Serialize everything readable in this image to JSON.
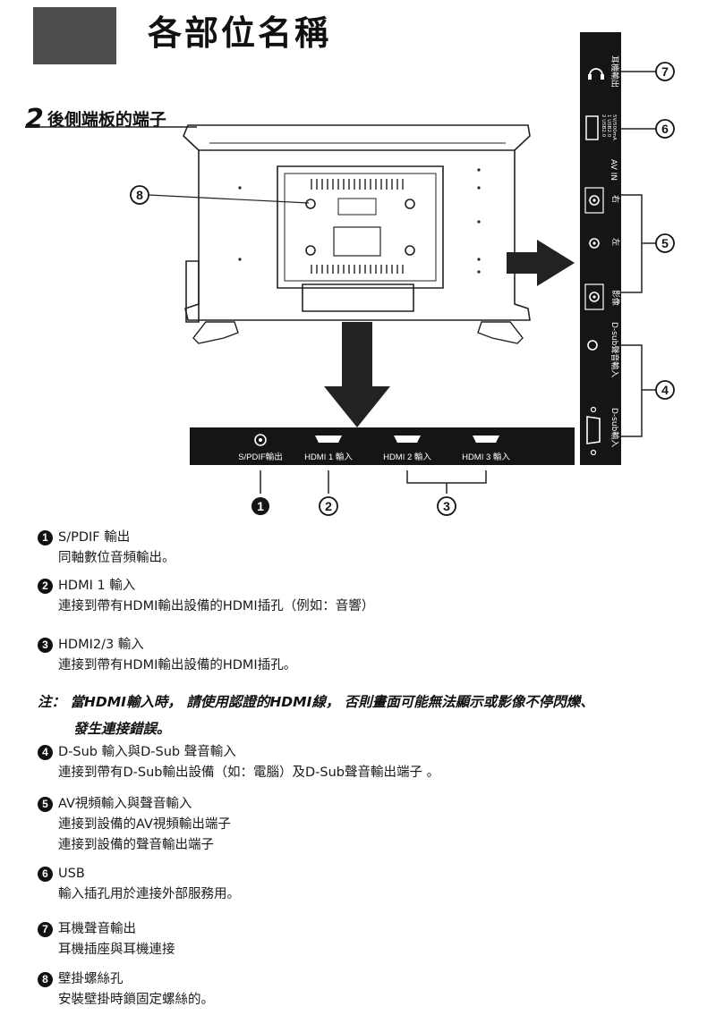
{
  "header": {
    "title": "各部位名稱"
  },
  "section": {
    "number": "2",
    "title": "後側端板的端子"
  },
  "callouts": [
    "❶",
    "❷",
    "❸",
    "❹",
    "❺",
    "❻",
    "❼",
    "❽"
  ],
  "bottom_panel": {
    "ports": [
      {
        "label": "S/PDIF輸出"
      },
      {
        "label": "HDMI 1 輸入"
      },
      {
        "label": "HDMI 2 輸入"
      },
      {
        "label": "HDMI 3 輸入"
      }
    ]
  },
  "side_panel": {
    "headphone": "耳機輸出",
    "usb_lines": [
      "2 USB2.0",
      "1 USB2.0",
      "5V/500mA"
    ],
    "av_in": "AV IN",
    "av_right": "右",
    "av_left": "左",
    "av_video": "影像",
    "dsub_audio": "D-sub聲音輸入",
    "dsub_input": "D-sub輸入"
  },
  "descriptions": [
    {
      "num": "1",
      "title": "S/PDIF 輸出",
      "lines": [
        "同軸數位音頻輸出。"
      ]
    },
    {
      "num": "2",
      "title": "HDMI 1 輸入",
      "lines": [
        "連接到帶有HDMI輸出設備的HDMI插孔（例如：音響）"
      ]
    },
    {
      "num": "3",
      "title": "HDMI2/3 輸入",
      "lines": [
        "連接到帶有HDMI輸出設備的HDMI插孔。"
      ]
    },
    {
      "num": "4",
      "title": "D-Sub 輸入與D-Sub 聲音輸入",
      "lines": [
        "連接到帶有D-Sub輸出設備（如：電腦）及D-Sub聲音輸出端子 。"
      ]
    },
    {
      "num": "5",
      "title": "AV視頻輸入與聲音輸入",
      "lines": [
        "連接到設備的AV視頻輸出端子",
        "連接到設備的聲音輸出端子"
      ]
    },
    {
      "num": "6",
      "title": "USB",
      "lines": [
        "輸入插孔用於連接外部服務用。"
      ]
    },
    {
      "num": "7",
      "title": "耳機聲音輸出",
      "lines": [
        "耳機插座與耳機連接"
      ]
    },
    {
      "num": "8",
      "title": "壁掛螺絲孔",
      "lines": [
        "安裝壁掛時鎖固定螺絲的。"
      ]
    }
  ],
  "note": {
    "line1": "注：  當HDMI輸入時，  請使用認證的HDMI線，  否則畫面可能無法顯示或影像不停閃爍、",
    "line2": "發生連接錯誤。"
  }
}
